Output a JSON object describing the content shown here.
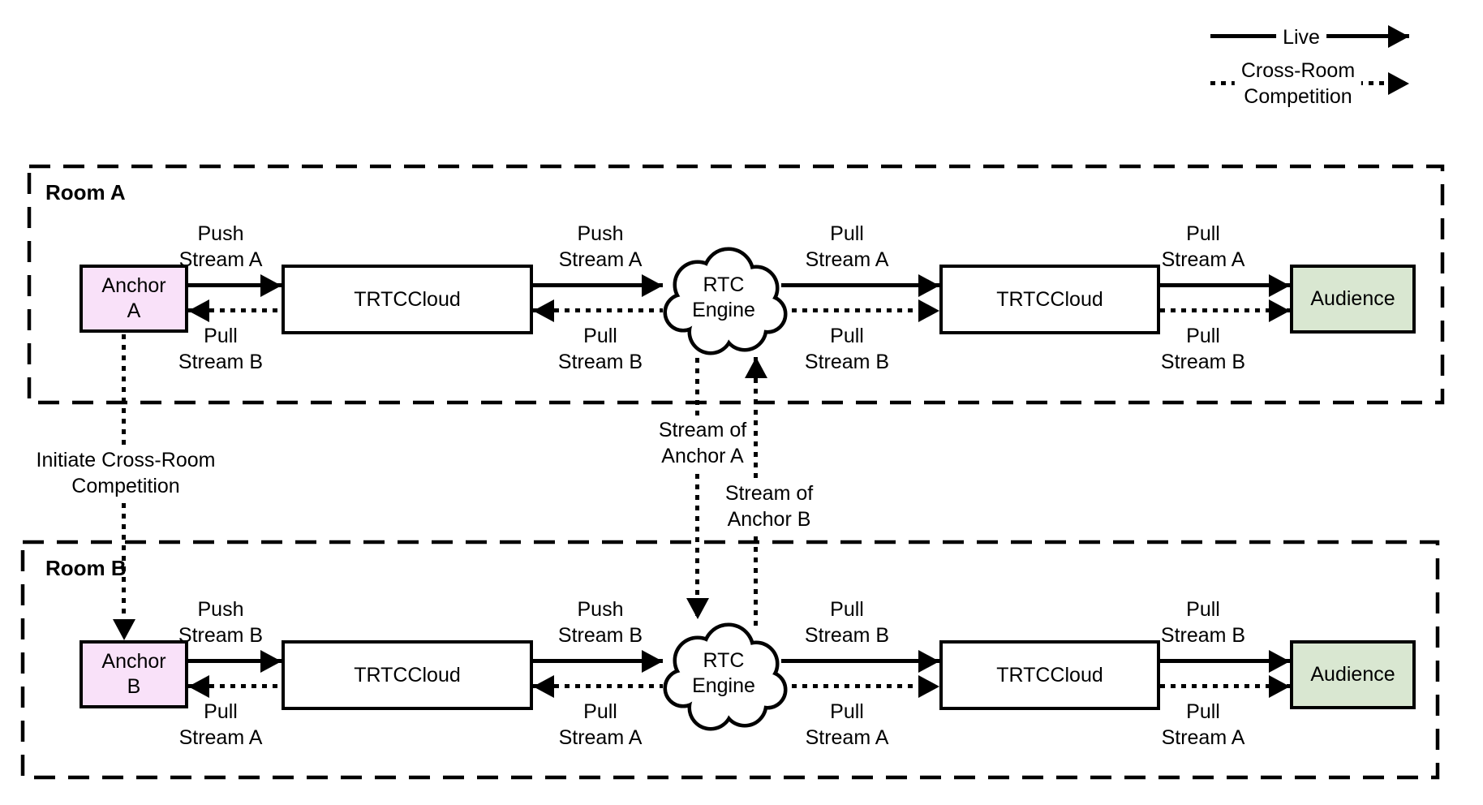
{
  "legend": {
    "live_label": "Live",
    "cross_line1": "Cross-Room",
    "cross_line2": "Competition"
  },
  "colors": {
    "line": "#000000",
    "background": "#ffffff",
    "anchor_fill": "#f9e1f9",
    "audience_fill": "#d9e7d1"
  },
  "connectors": {
    "initiate": {
      "line1": "Initiate Cross-Room",
      "line2": "Competition"
    },
    "stream_of_anchor_a": {
      "line1": "Stream of",
      "line2": "Anchor A"
    },
    "stream_of_anchor_b": {
      "line1": "Stream of",
      "line2": "Anchor B"
    }
  },
  "rooms": [
    {
      "label": "Room A",
      "anchor": {
        "line1": "Anchor",
        "line2": "A"
      },
      "trtc_left_label": "TRTCCloud",
      "engine": {
        "line1": "RTC",
        "line2": "Engine"
      },
      "trtc_right_label": "TRTCCloud",
      "audience_label": "Audience",
      "flows": [
        {
          "above": {
            "line1": "Push",
            "line2": "Stream A"
          },
          "below": {
            "line1": "Pull",
            "line2": "Stream B"
          }
        },
        {
          "above": {
            "line1": "Push",
            "line2": "Stream A"
          },
          "below": {
            "line1": "Pull",
            "line2": "Stream B"
          }
        },
        {
          "above": {
            "line1": "Pull",
            "line2": "Stream A"
          },
          "below": {
            "line1": "Pull",
            "line2": "Stream B"
          }
        },
        {
          "above": {
            "line1": "Pull",
            "line2": "Stream A"
          },
          "below": {
            "line1": "Pull",
            "line2": "Stream B"
          }
        }
      ]
    },
    {
      "label": "Room B",
      "anchor": {
        "line1": "Anchor",
        "line2": "B"
      },
      "trtc_left_label": "TRTCCloud",
      "engine": {
        "line1": "RTC",
        "line2": "Engine"
      },
      "trtc_right_label": "TRTCCloud",
      "audience_label": "Audience",
      "flows": [
        {
          "above": {
            "line1": "Push",
            "line2": "Stream B"
          },
          "below": {
            "line1": "Pull",
            "line2": "Stream A"
          }
        },
        {
          "above": {
            "line1": "Push",
            "line2": "Stream B"
          },
          "below": {
            "line1": "Pull",
            "line2": "Stream A"
          }
        },
        {
          "above": {
            "line1": "Pull",
            "line2": "Stream B"
          },
          "below": {
            "line1": "Pull",
            "line2": "Stream A"
          }
        },
        {
          "above": {
            "line1": "Pull",
            "line2": "Stream B"
          },
          "below": {
            "line1": "Pull",
            "line2": "Stream A"
          }
        }
      ]
    }
  ]
}
